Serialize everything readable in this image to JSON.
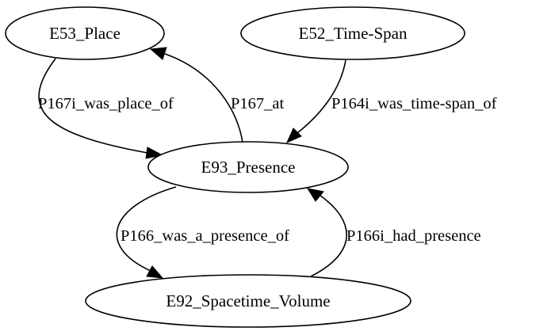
{
  "diagram": {
    "nodes": {
      "place": {
        "label": "E53_Place"
      },
      "time_span": {
        "label": "E52_Time-Span"
      },
      "presence": {
        "label": "E93_Presence"
      },
      "spacetime_volume": {
        "label": "E92_Spacetime_Volume"
      }
    },
    "edges": {
      "p167i": {
        "label": "P167i_was_place_of",
        "from": "E53_Place",
        "to": "E93_Presence"
      },
      "p167": {
        "label": "P167_at",
        "from": "E93_Presence",
        "to": "E53_Place"
      },
      "p164i": {
        "label": "P164i_was_time-span_of",
        "from": "E52_Time-Span",
        "to": "E93_Presence"
      },
      "p166": {
        "label": "P166_was_a_presence_of",
        "from": "E93_Presence",
        "to": "E92_Spacetime_Volume"
      },
      "p166i": {
        "label": "P166i_had_presence",
        "from": "E92_Spacetime_Volume",
        "to": "E93_Presence"
      }
    }
  }
}
